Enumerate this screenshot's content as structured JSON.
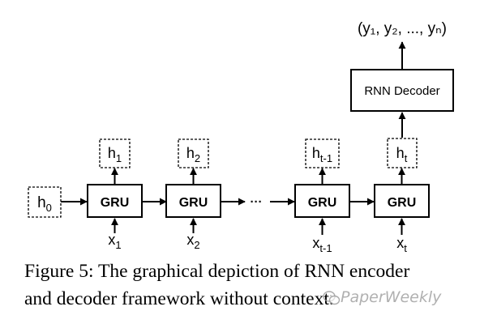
{
  "diagram": {
    "output_label": "(y₁, y₂, ..., yₙ)",
    "decoder_label": "RNN Decoder",
    "gru_label": "GRU",
    "initial_state": {
      "main": "h",
      "sub": "0"
    },
    "ellipsis": "···",
    "steps": [
      {
        "hidden": {
          "main": "h",
          "sub": "1"
        },
        "input": {
          "main": "x",
          "sub": "1"
        }
      },
      {
        "hidden": {
          "main": "h",
          "sub": "2"
        },
        "input": {
          "main": "x",
          "sub": "2"
        }
      },
      {
        "hidden": {
          "main": "h",
          "sub": "t-1"
        },
        "input": {
          "main": "x",
          "sub": "t-1"
        }
      },
      {
        "hidden": {
          "main": "h",
          "sub": "t"
        },
        "input": {
          "main": "x",
          "sub": "t"
        }
      }
    ]
  },
  "caption": {
    "line1": "Figure 5: The graphical depiction of RNN encoder",
    "line2": "and decoder framework without context."
  },
  "watermark": {
    "text": "PaperWeekly",
    "icon": "wechat-icon"
  },
  "colors": {
    "line": "#000000",
    "watermark": "#969696"
  }
}
